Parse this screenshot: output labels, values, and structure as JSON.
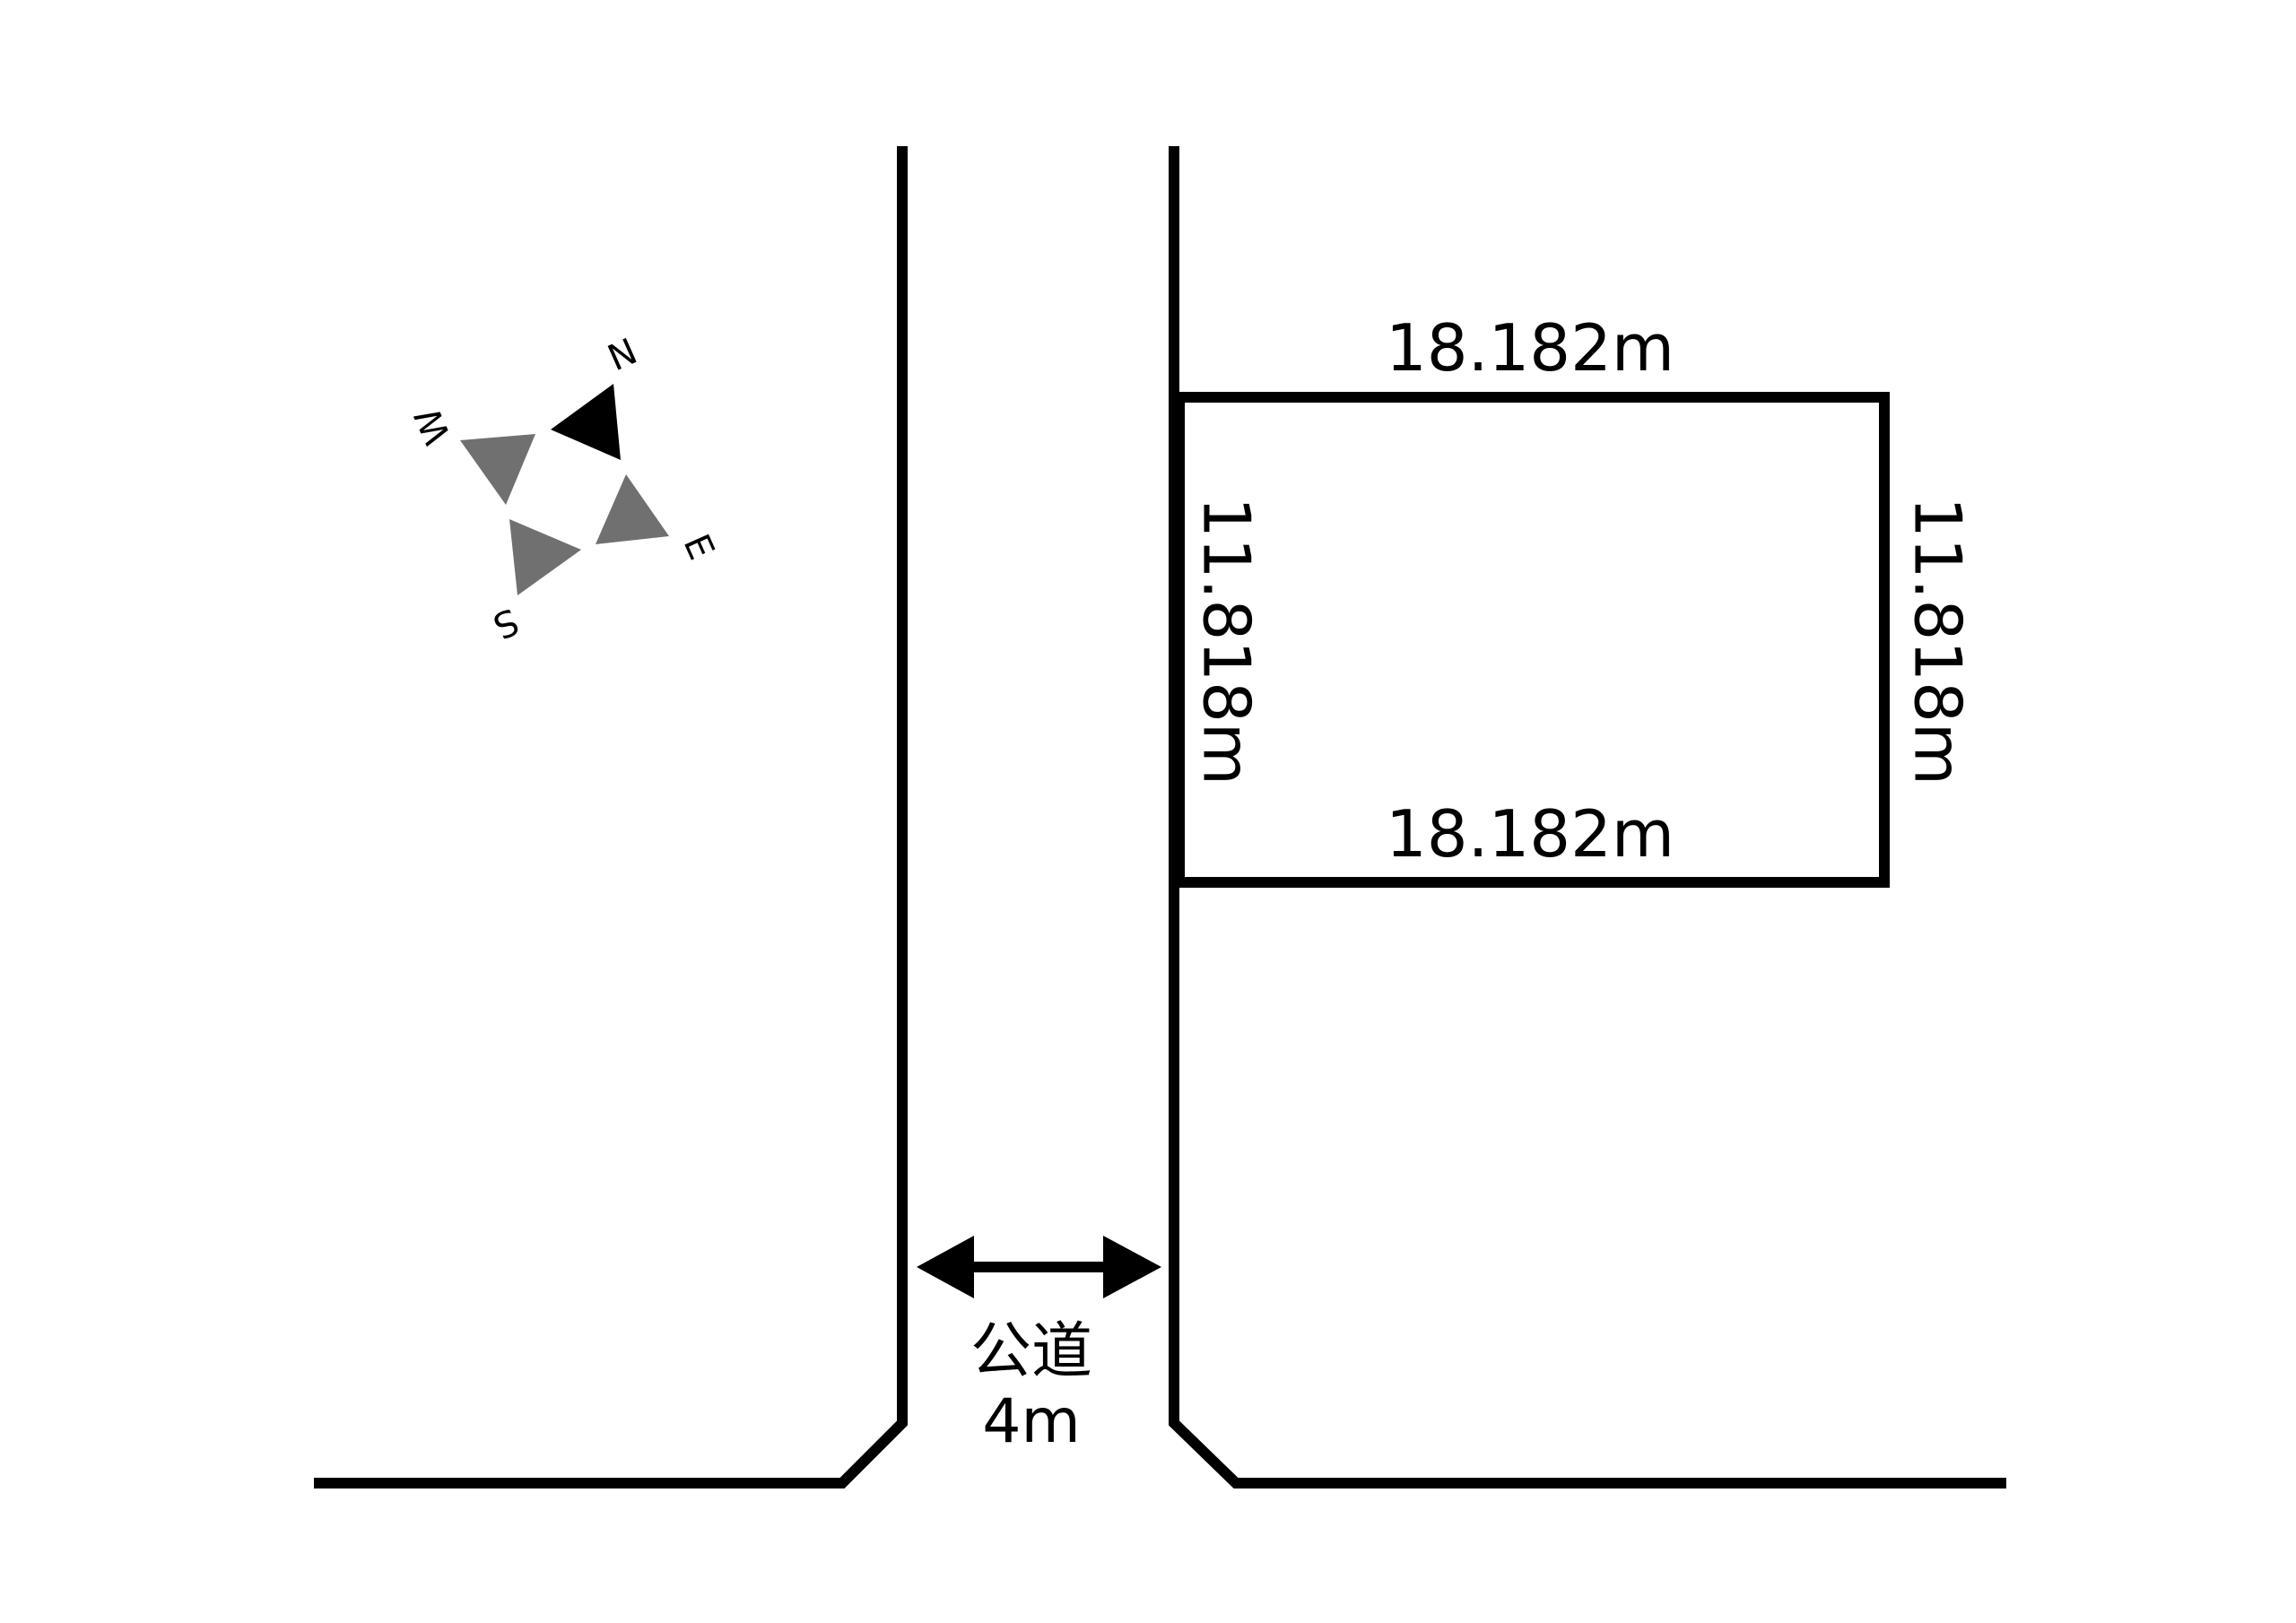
{
  "lot": {
    "top_width": "18.182m",
    "bottom_width": "18.182m",
    "left_depth": "11.818m",
    "right_depth": "11.818m"
  },
  "road": {
    "type": "公道",
    "width": "4m"
  },
  "compass": {
    "north": "N",
    "east": "E",
    "south": "S",
    "west": "W",
    "north_color": "#000000",
    "other_color": "#707070"
  }
}
